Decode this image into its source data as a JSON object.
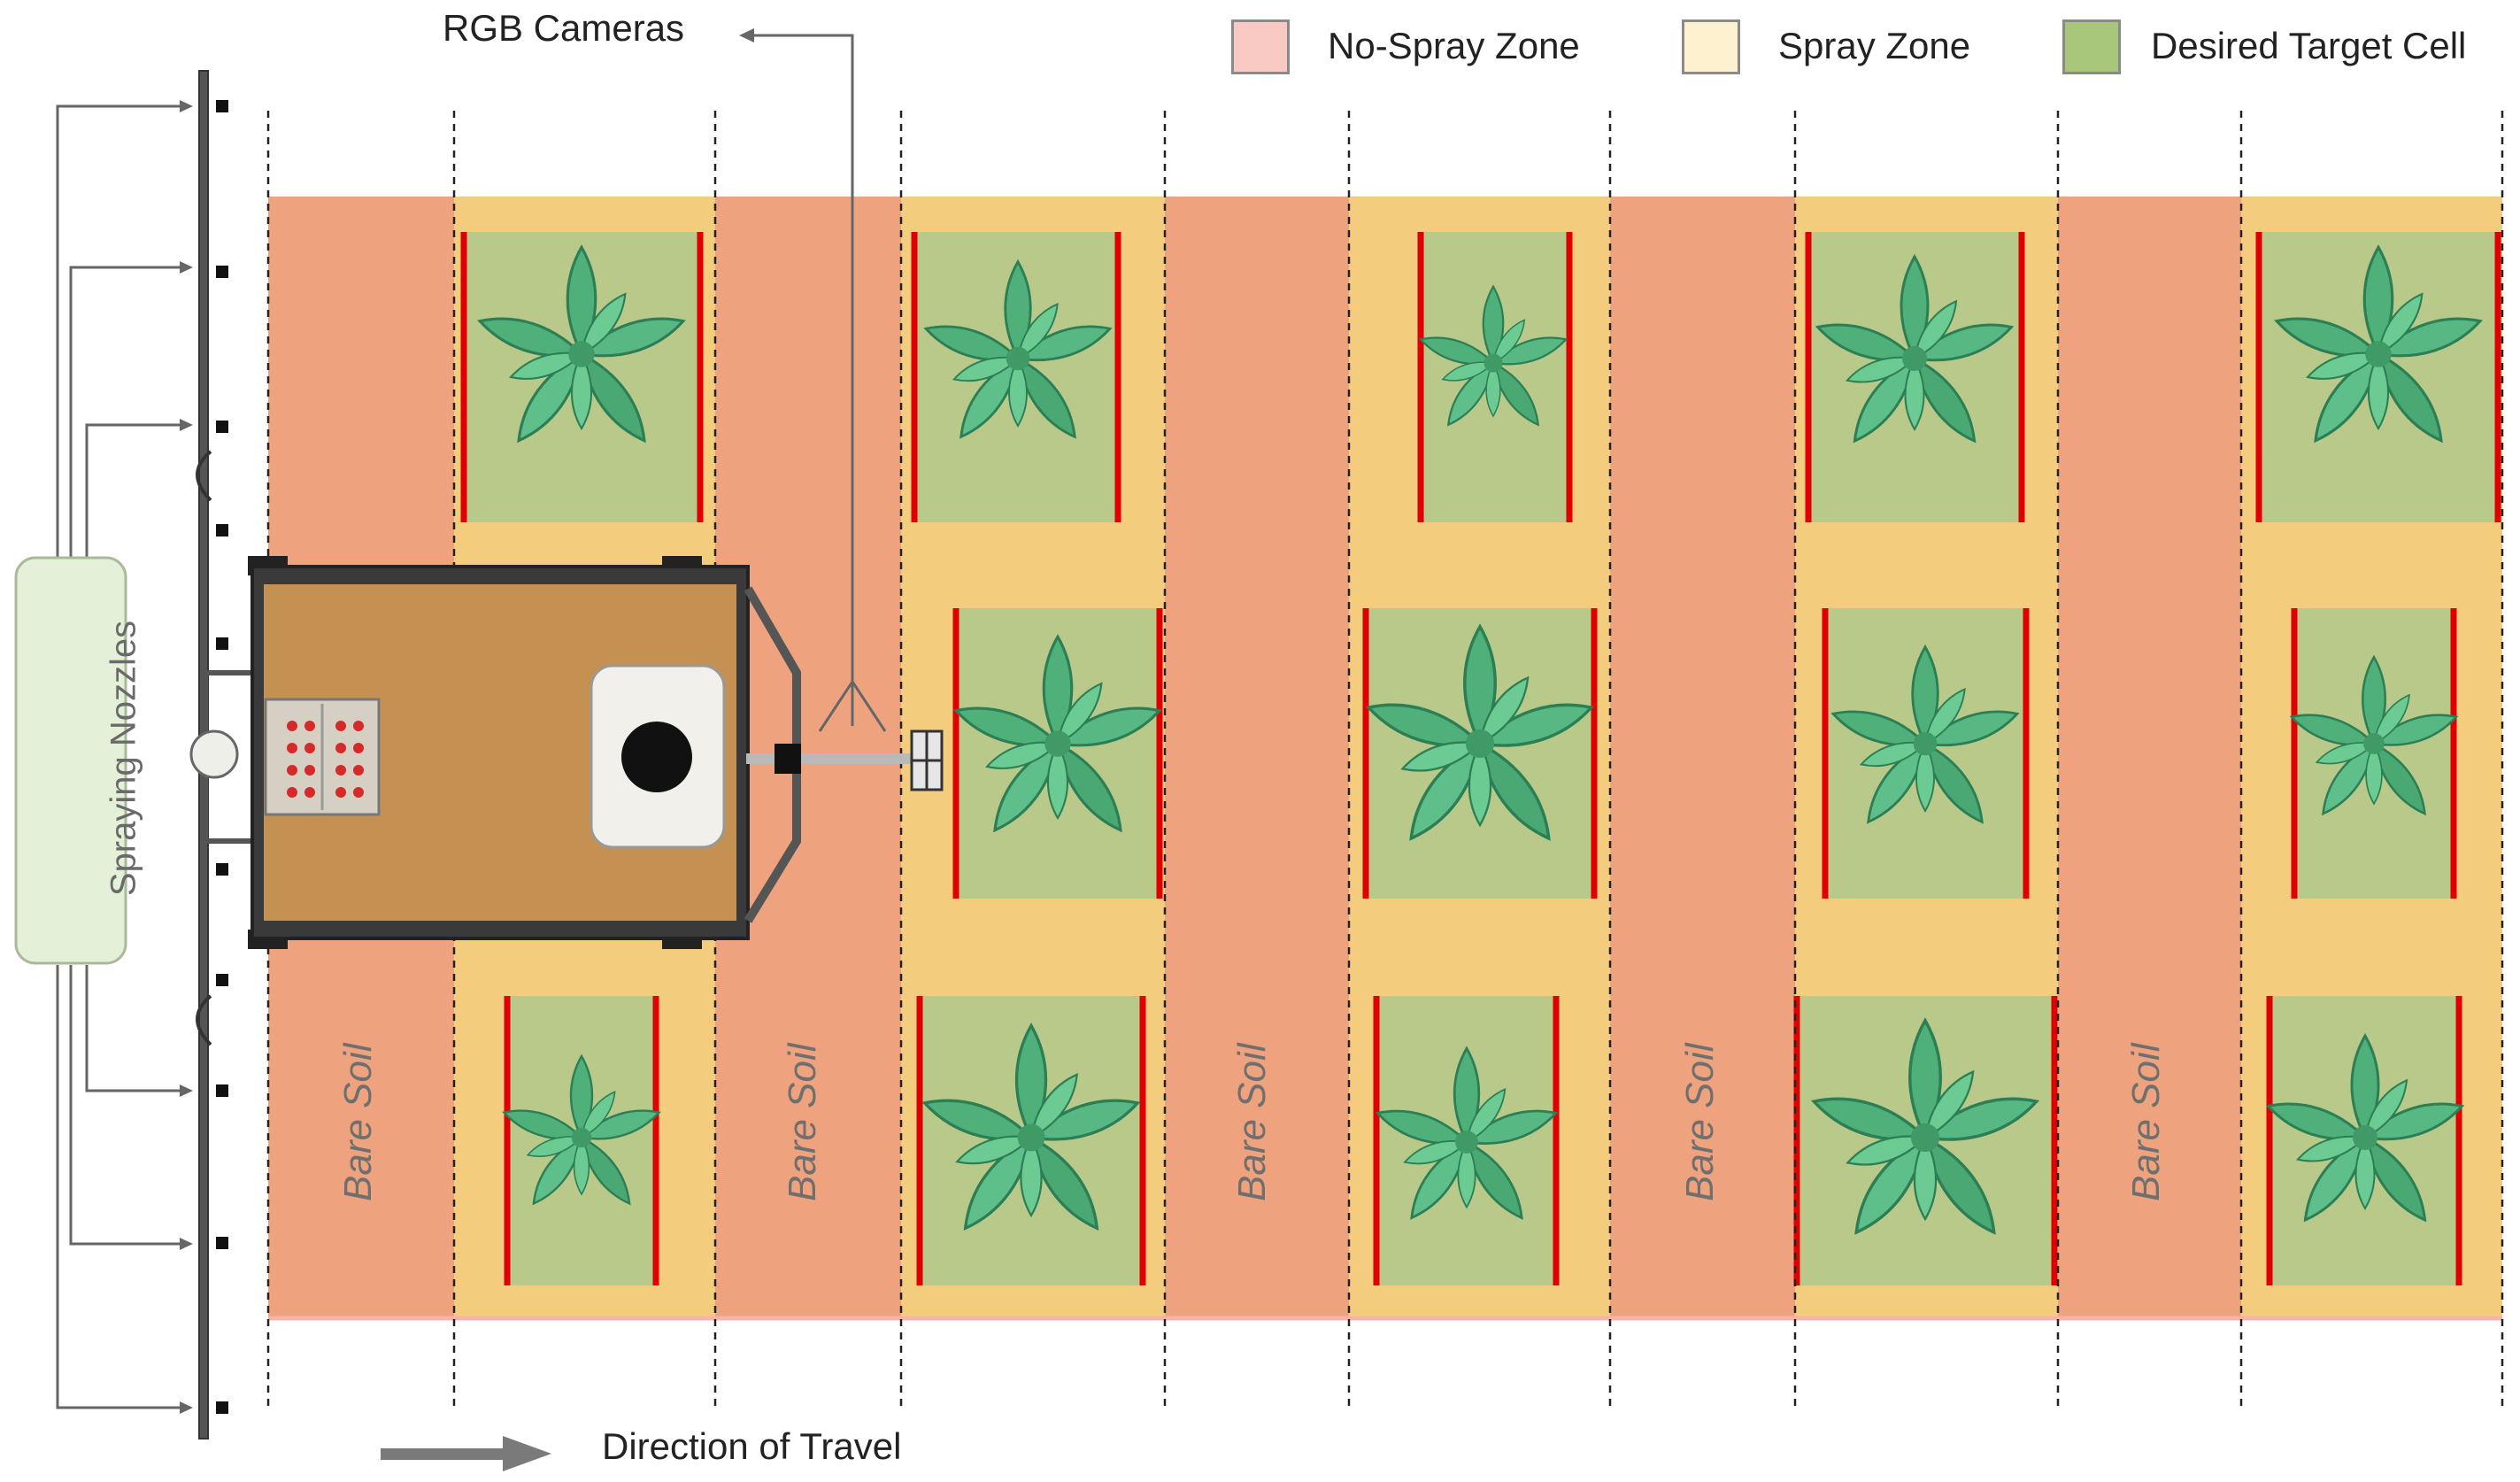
{
  "labels": {
    "cameras": "RGB Cameras",
    "nozzles": "Spraying Nozzles",
    "travel": "Direction of Travel",
    "bare_soil": "Bare Soil"
  },
  "legend": [
    {
      "label": "No-Spray Zone",
      "color": "#f9c9c4"
    },
    {
      "label": "Spray Zone",
      "color": "#fdf1cf"
    },
    {
      "label": "Desired Target Cell",
      "color": "#a9c77a"
    }
  ],
  "colors": {
    "no_spray_zone": "#eea37e",
    "spray_zone": "#f3cc7e",
    "target_cell": "#b8c98a",
    "cell_edge": "#e00000",
    "leaf": "#4fb07a",
    "leaf_dark": "#2c7e55"
  },
  "icons": [
    "plant-icon",
    "vehicle-icon",
    "sprayer-boom-icon",
    "camera-icon",
    "direction-arrow-icon"
  ]
}
